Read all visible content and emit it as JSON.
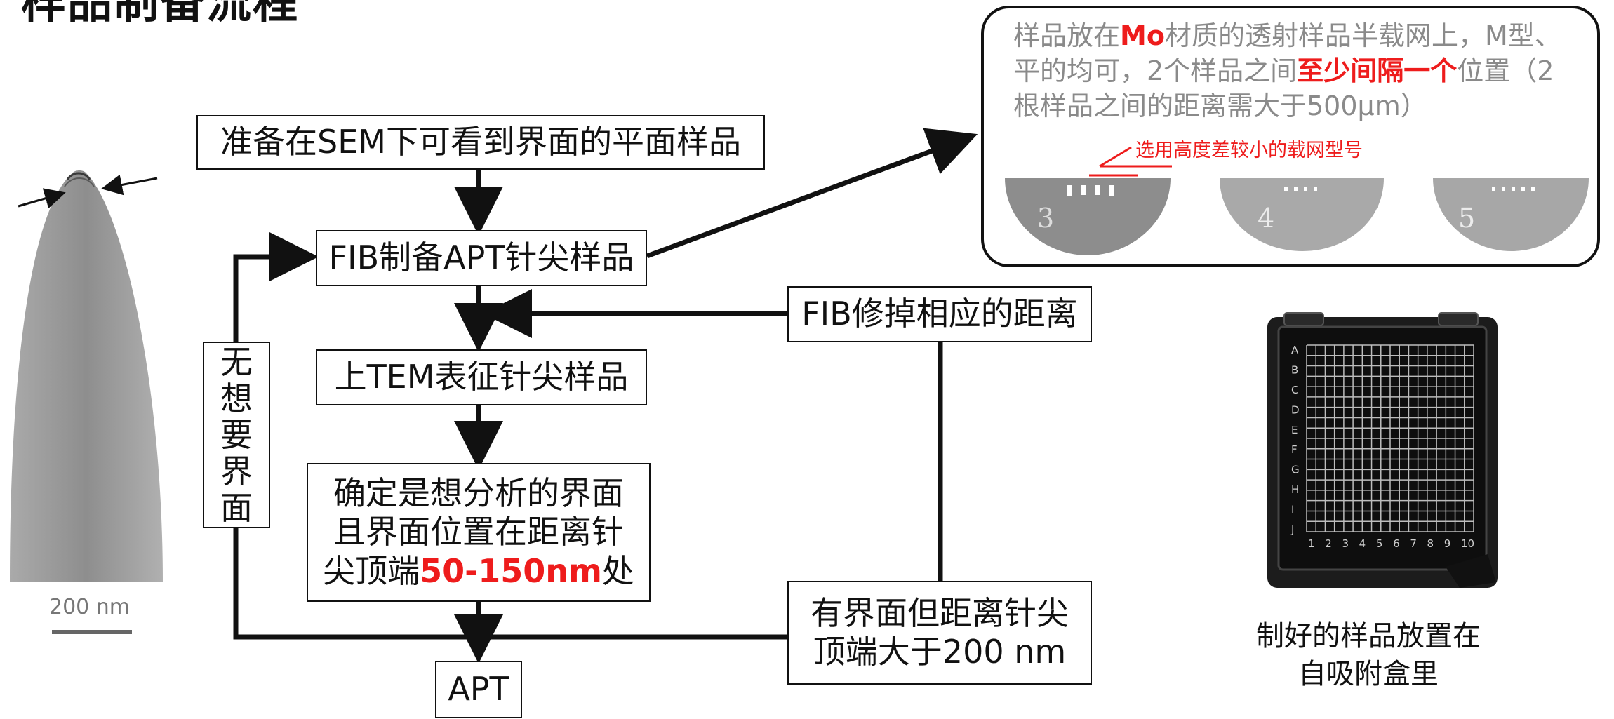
{
  "title": "样品制备流程",
  "flow": {
    "step1": "准备在SEM下可看到界面的平面样品",
    "step2": "FIB制备APT针尖样品",
    "step3": "上TEM表征针尖样品",
    "step4_lines": [
      "确定是想分析的界面",
      "且界面位置在距离针",
      "尖顶端"
    ],
    "step4_highlight": "50-150nm",
    "step4_suffix": "处",
    "final": "APT",
    "no_interface": [
      "无",
      "想",
      "要",
      "界",
      "面"
    ],
    "far_interface_lines": [
      "有界面但距离针尖",
      "顶端大于200 nm"
    ],
    "trim": "FIB修掉相应的距离"
  },
  "info": {
    "p1": "样品放在",
    "p1_red": "Mo",
    "p2": "材质的透射样品半载网上，M型、平的均可，2个样品之间",
    "p2_red": "至少间隔一个",
    "p3": "位置（2根样品之间的距离需大于500µm）",
    "grid_note": "选用高度差较小的载网型号",
    "grid_numbers": [
      "3",
      "4",
      "5"
    ]
  },
  "tip_image": {
    "scale_label": "200 nm"
  },
  "box_image": {
    "rows": [
      "A",
      "B",
      "C",
      "D",
      "E",
      "F",
      "G",
      "H",
      "I",
      "J"
    ],
    "cols": [
      "1",
      "2",
      "3",
      "4",
      "5",
      "6",
      "7",
      "8",
      "9",
      "10"
    ]
  },
  "caption_lines": [
    "制好的样品放置在",
    "自吸附盒里"
  ]
}
